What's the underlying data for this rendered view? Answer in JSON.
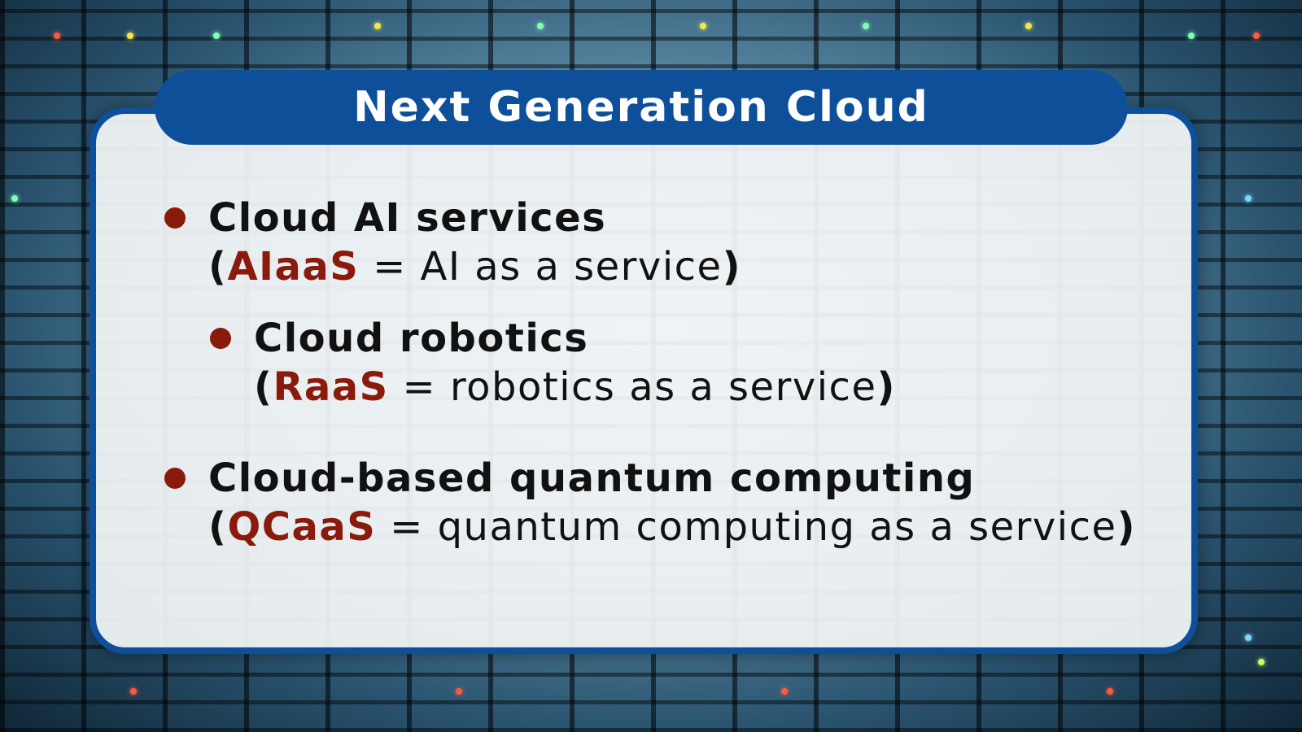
{
  "slide": {
    "title": "Next Generation Cloud",
    "bullets": [
      {
        "heading": "Cloud AI services",
        "abbreviation": "AIaaS",
        "expansion": "= AI as a service",
        "level": 1
      },
      {
        "heading": "Cloud robotics",
        "abbreviation": "RaaS",
        "expansion": "= robotics as a service",
        "level": 2
      },
      {
        "heading": "Cloud-based quantum computing",
        "abbreviation": "QCaaS",
        "expansion": "= quantum computing as a service",
        "level": 1
      }
    ]
  },
  "colors": {
    "title_bar": "#0e4f9a",
    "title_text": "#ffffff",
    "panel_border": "#0e4f9a",
    "bullet_dot": "#8a1a0c",
    "abbreviation": "#8a1a0c",
    "body_text": "#111111"
  }
}
